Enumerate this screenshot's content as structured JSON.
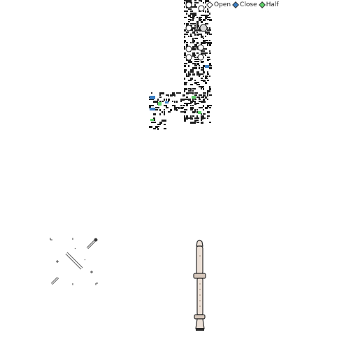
{
  "legend": {
    "open": {
      "label": "Open",
      "color": "#ffffff"
    },
    "close": {
      "label": "Close",
      "color": "#3b7fc4"
    },
    "half": {
      "label": "Half",
      "color": "#5fd36a"
    }
  },
  "colors": {
    "ink": "#1f1f1f",
    "blue": "#3b7fc4",
    "green": "#5fd36a",
    "recorder_body": "#ece0d6",
    "recorder_outline": "#2b2b2b"
  }
}
